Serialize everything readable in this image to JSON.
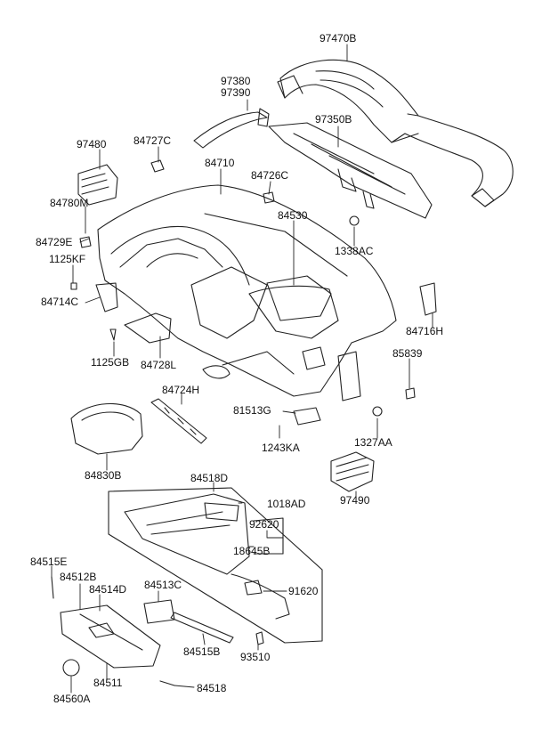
{
  "diagram": {
    "line_color": "#222222",
    "labels": {
      "l_97470B": "97470B",
      "l_97380": "97380",
      "l_97390": "97390",
      "l_97350B": "97350B",
      "l_97480": "97480",
      "l_84727C": "84727C",
      "l_84710": "84710",
      "l_84726C": "84726C",
      "l_84780M": "84780M",
      "l_84530": "84530",
      "l_84729E": "84729E",
      "l_1125KF": "1125KF",
      "l_1338AC": "1338AC",
      "l_84714C": "84714C",
      "l_84716H": "84716H",
      "l_1125GB": "1125GB",
      "l_84728L": "84728L",
      "l_85839": "85839",
      "l_84724H": "84724H",
      "l_81513G": "81513G",
      "l_1243KA": "1243KA",
      "l_1327AA": "1327AA",
      "l_84830B": "84830B",
      "l_97490": "97490",
      "l_84518D": "84518D",
      "l_1018AD": "1018AD",
      "l_92620": "92620",
      "l_18645B": "18645B",
      "l_84515E": "84515E",
      "l_84512B": "84512B",
      "l_84514D": "84514D",
      "l_84513C": "84513C",
      "l_91620": "91620",
      "l_84515B": "84515B",
      "l_93510": "93510",
      "l_84511": "84511",
      "l_84518": "84518",
      "l_84560A": "84560A"
    }
  }
}
